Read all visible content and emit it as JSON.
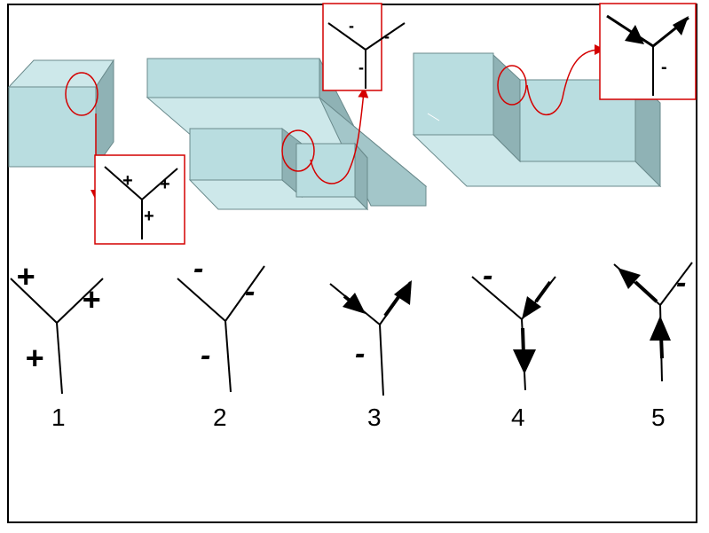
{
  "figure": {
    "junction_labels": [
      "1",
      "2",
      "3",
      "4",
      "5"
    ],
    "signs": {
      "convex": "+",
      "concave": "-"
    },
    "colors": {
      "block_front": "#b9dde0",
      "block_top": "#cde8ea",
      "block_side": "#8fb2b5",
      "callout_red": "#d40000",
      "line_black": "#000000"
    }
  }
}
